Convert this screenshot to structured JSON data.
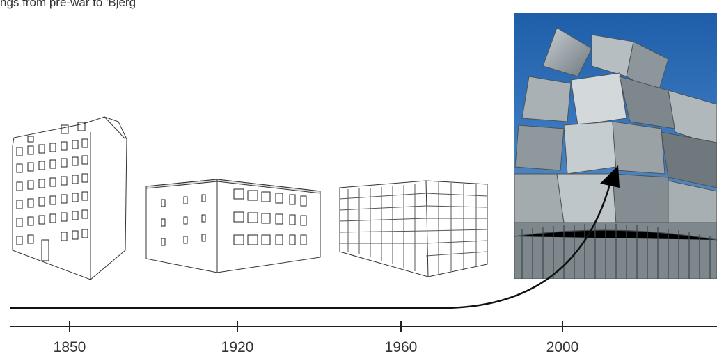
{
  "caption": "ngs from pre-war to 'Bjerg",
  "timeline": {
    "ticks": [
      "1850",
      "1920",
      "1960",
      "2000"
    ]
  },
  "buildings": [
    {
      "era": "1850",
      "style": "pre-war ornate tenement"
    },
    {
      "era": "1920",
      "style": "modernist block"
    },
    {
      "era": "1960",
      "style": "post-war slab"
    },
    {
      "era": "2000",
      "style": "contemporary sculptural tower photo"
    }
  ],
  "colors": {
    "line": "#222222",
    "sky": "#2e6fb8",
    "concrete": "#9aa3a8"
  }
}
